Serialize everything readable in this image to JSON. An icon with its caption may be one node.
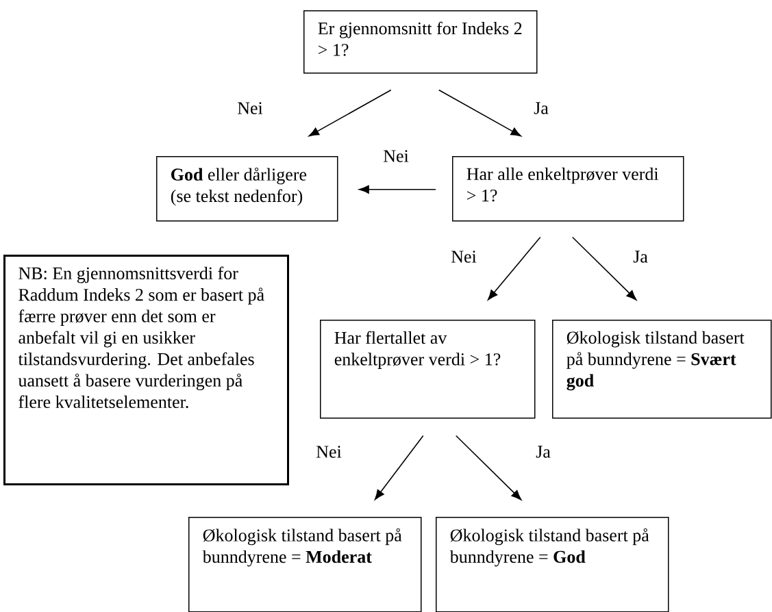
{
  "diagram": {
    "nodes": [
      {
        "text": [
          "Er gjennomsnitt for Indeks 2 > 1?"
        ]
      },
      {
        "text": [
          "**God** eller dårligere (se tekst nedenfor)"
        ]
      },
      {
        "text": [
          "Har alle enkeltprøver verdi > 1?"
        ]
      },
      {
        "text": [
          "NB: En gjennomsnittsverdi for Raddum Indeks 2 som er basert på færre prøver enn det som er anbefalt vil gi en usikker tilstandsvurdering. Det anbefales uansett å basere vurderingen på flere kvalitetselementer."
        ]
      },
      {
        "text": [
          "Har flertallet av enkeltprøver verdi > 1?"
        ]
      },
      {
        "text": [
          "Økologisk tilstand basert på bunndyrene = **Svært god**"
        ]
      },
      {
        "text": [
          "Økologisk tilstand basert på bunndyrene = **Moderat**"
        ]
      },
      {
        "text": [
          "Økologisk tilstand basert på bunndyrene = **God**"
        ]
      }
    ],
    "edges": [
      {
        "from": 0,
        "to": 1,
        "arrow": "to",
        "label": "Nei"
      },
      {
        "from": 0,
        "to": 2,
        "arrow": "to",
        "label": "Ja"
      },
      {
        "from": 2,
        "to": 1,
        "arrow": "to",
        "label": "Nei"
      },
      {
        "from": 2,
        "to": 4,
        "arrow": "to",
        "label": "Nei"
      },
      {
        "from": 2,
        "to": 5,
        "arrow": "to",
        "label": "Ja"
      },
      {
        "from": 4,
        "to": 6,
        "arrow": "to",
        "label": "Nei"
      },
      {
        "from": 4,
        "to": 7,
        "arrow": "to",
        "label": "Ja"
      }
    ]
  }
}
